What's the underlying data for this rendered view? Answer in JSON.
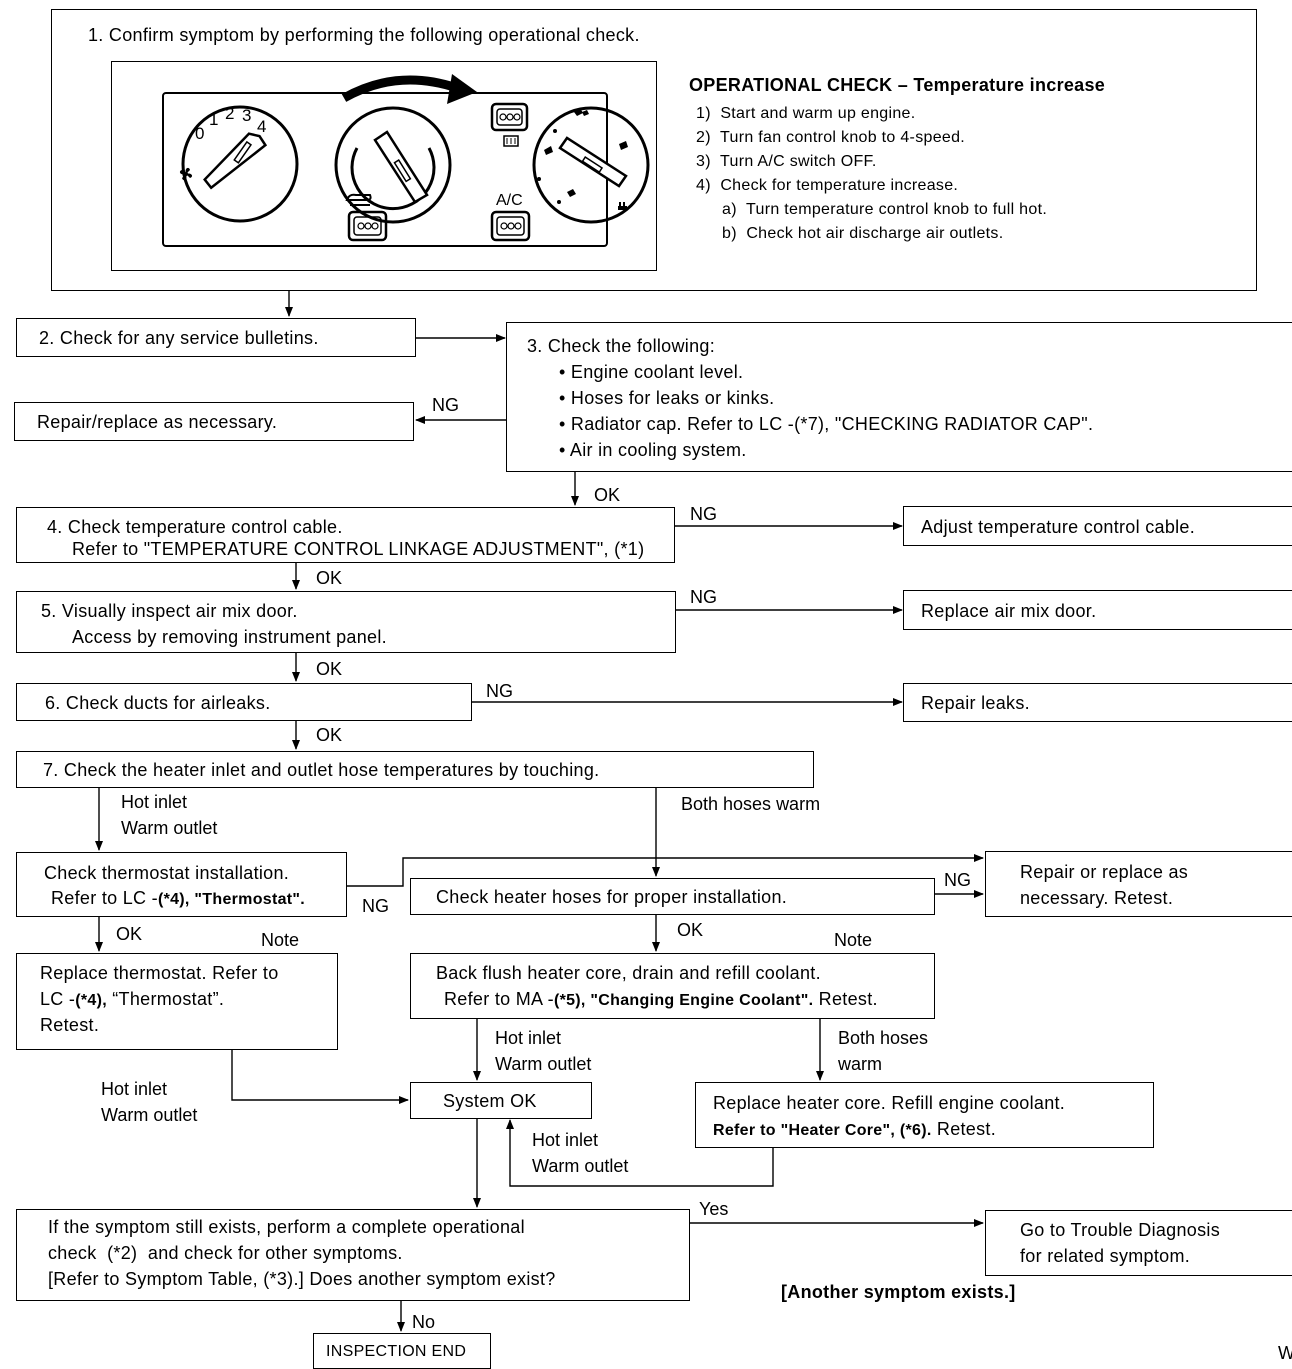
{
  "step1": {
    "text": "1. Confirm symptom by performing the following operational check.",
    "panel": {
      "fan_digits": [
        "0",
        "1",
        "2",
        "3",
        "4"
      ],
      "ac_label": "A/C"
    },
    "op_check": {
      "title": "OPERATIONAL CHECK – Temperature increase",
      "items": [
        "1)  Start and warm up engine.",
        "2)  Turn fan control knob to 4-speed.",
        "3)  Turn A/C switch OFF.",
        "4)  Check for temperature increase.",
        "a)  Turn temperature control knob to full hot.",
        "b)  Check hot air discharge air outlets."
      ]
    }
  },
  "step2": "2. Check for any service bulletins.",
  "step3": {
    "title": "3. Check the following:",
    "items": [
      "• Engine coolant level.",
      "• Hoses for leaks or kinks.",
      "• Radiator cap. Refer to LC -(*7), \"CHECKING RADIATOR CAP\".",
      "• Air in cooling system."
    ]
  },
  "repair_replace": "Repair/replace as necessary.",
  "step4": {
    "line1": "4. Check temperature control cable.",
    "line2": "Refer to \"TEMPERATURE CONTROL LINKAGE ADJUSTMENT\", (*1)"
  },
  "adjust_cable": "Adjust temperature control cable.",
  "step5": {
    "line1": "5. Visually inspect air mix door.",
    "line2": "Access by removing instrument panel."
  },
  "replace_door": "Replace air mix door.",
  "step6": "6. Check ducts for airleaks.",
  "repair_leaks": "Repair leaks.",
  "step7": "7. Check the heater inlet and outlet hose temperatures by touching.",
  "thermostat_check": {
    "line1": "Check thermostat installation.",
    "line2a": "Refer to LC -",
    "line2b": "(*4), \"Thermostat\"."
  },
  "heater_hoses_check": "Check heater hoses for proper installation.",
  "repair_or_replace": {
    "line1": "Repair or replace as",
    "line2": "necessary. Retest."
  },
  "replace_thermostat": {
    "line1": "Replace thermostat. Refer to",
    "line2a": "LC -",
    "line2b": "(*4),",
    "line2c": " “Thermostat”.",
    "line3": "Retest."
  },
  "back_flush": {
    "line1": "Back flush heater core, drain and refill coolant.",
    "line2a": "Refer to MA -",
    "line2b": "(*5), \"Changing Engine Coolant\".",
    "line2c": " Retest."
  },
  "system_ok": "System OK",
  "replace_core": {
    "line1": "Replace heater core. Refill engine coolant.",
    "line2a": "Refer to \"Heater Core\", (*6).",
    "line2b": " Retest."
  },
  "final_check": {
    "line1": "If the symptom still exists, perform a complete operational",
    "line2": "check  (*2)  and check for other symptoms.",
    "line3": "[Refer to Symptom Table, (*3).] Does another symptom exist?"
  },
  "go_trouble": {
    "line1": "Go to Trouble Diagnosis",
    "line2": "for related symptom."
  },
  "another_symptom": "[Another symptom exists.]",
  "inspection_end": "INSPECTION END",
  "labels": {
    "ng": "NG",
    "ok": "OK",
    "yes": "Yes",
    "no": "No",
    "note": "Note",
    "hot_inlet": "Hot inlet",
    "warm_outlet": "Warm outlet",
    "both_hoses_warm": "Both hoses warm",
    "both_hoses": "Both hoses",
    "warm": "warm"
  },
  "corner_text": "W"
}
